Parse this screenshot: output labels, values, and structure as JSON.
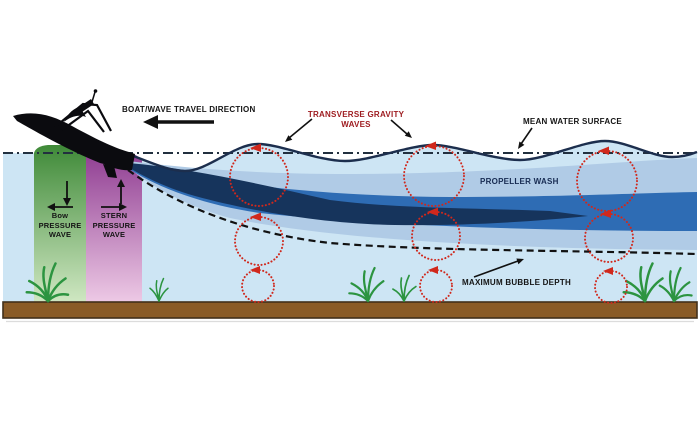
{
  "figure": {
    "title": "Boat wake and wave disturbance diagram",
    "labels": {
      "travel_direction": "BOAT/WAVE TRAVEL DIRECTION",
      "transverse_gravity_line1": "TRANSVERSE GRAVITY",
      "transverse_gravity_line2": "WAVES",
      "mean_water_surface": "MEAN WATER SURFACE",
      "propeller_wash": "PROPELLER WASH",
      "maximum_bubble_depth": "MAXIMUM BUBBLE DEPTH",
      "bow_wave_line1": "Bow",
      "bow_wave_line2": "PRESSURE",
      "bow_wave_line3": "WAVE",
      "stern_wave_line1": "STERN",
      "stern_wave_line2": "PRESSURE",
      "stern_wave_line3": "WAVE"
    },
    "colors": {
      "water": "#cde5f4",
      "wash_band": "#b0cbe6",
      "wash_medium": "#2e6cb4",
      "wash_dark": "#16345c",
      "surface_line": "#1c2e4d",
      "mean_line": "#22303f",
      "bubble_line": "#111111",
      "orbital_red": "#d0281c",
      "transverse_text": "#9e1c20",
      "propeller_text": "#172b52",
      "seabed": "#8a5b26",
      "seabed_edge": "#42301a",
      "grass": "#2c9440",
      "bow_gradient_top": "#3f8a38",
      "bow_gradient_bottom": "#cfe7c2",
      "stern_gradient_top": "#8d3a90",
      "stern_gradient_bottom": "#edc9e5",
      "boat": "#0b0b0f",
      "annotation": "#111111"
    }
  }
}
